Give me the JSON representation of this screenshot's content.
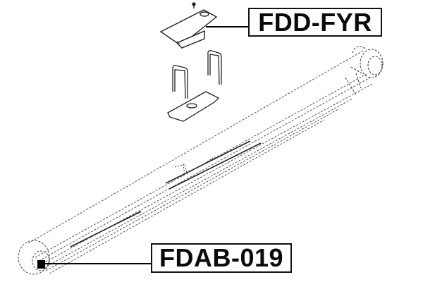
{
  "diagram": {
    "type": "exploded parts diagram",
    "subject": "leaf spring with mounting hardware",
    "parts": [
      {
        "name": "spring seat pad",
        "label": "FDD-FYR"
      },
      {
        "name": "u-bolts",
        "label": ""
      },
      {
        "name": "spring plate",
        "label": ""
      },
      {
        "name": "leaf spring",
        "label": ""
      },
      {
        "name": "spring eye bushing",
        "label": "FDAB-019"
      }
    ]
  },
  "labels": {
    "top": "FDD-FYR",
    "bottom": "FDAB-019"
  },
  "colors": {
    "background": "#ffffff",
    "line": "#111111",
    "dashed": "#555555"
  }
}
